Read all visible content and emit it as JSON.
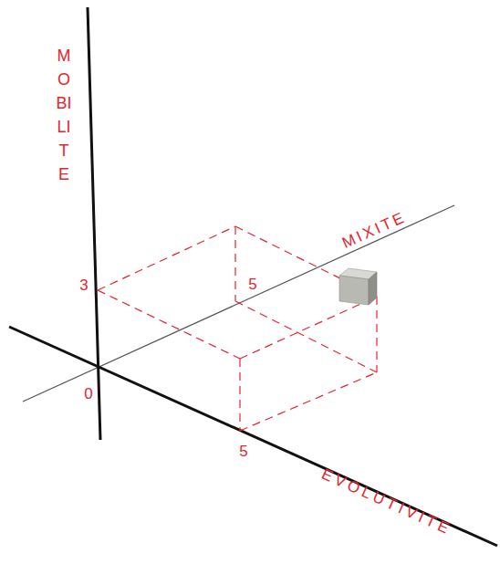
{
  "diagram": {
    "labels": [
      "MOBILITE",
      "MIXITE",
      "EVOLUTIVITE",
      "3",
      "5",
      "0",
      "5"
    ]
  }
}
